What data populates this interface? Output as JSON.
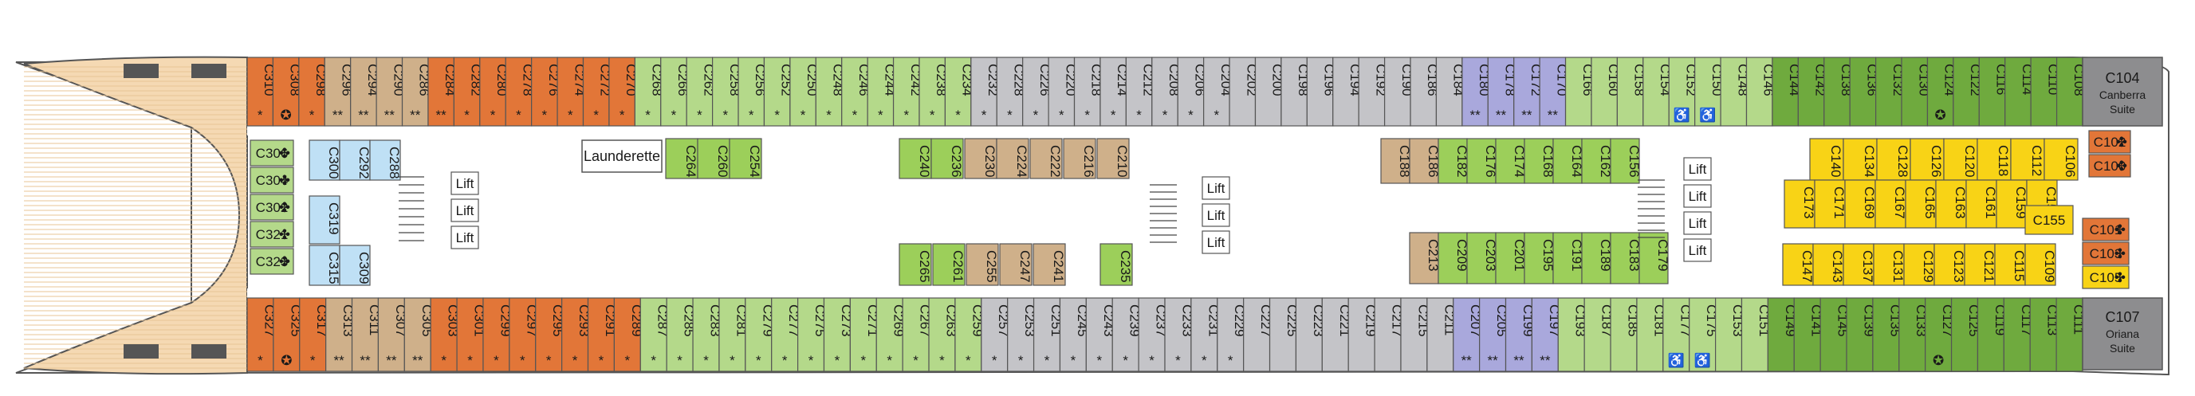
{
  "legend_colors": {
    "orange": "#e27638",
    "tan": "#cfb08a",
    "lightgreen": "#b4d98a",
    "midgreen": "#9ccf5a",
    "darkgreen": "#6faa3e",
    "grey": "#c4c4c8",
    "lavender": "#a9a8dc",
    "blue": "#bfe0f5",
    "yellow": "#f8d316",
    "darkgrey": "#8d8d8f",
    "deck": "#f5d9b3"
  },
  "top_row": {
    "cabins": [
      {
        "id": "C310",
        "mark": "*",
        "color": "orange"
      },
      {
        "id": "C308",
        "mark": "✪",
        "color": "orange"
      },
      {
        "id": "C298",
        "mark": "*",
        "color": "orange"
      },
      {
        "id": "C296",
        "mark": "**",
        "color": "tan"
      },
      {
        "id": "C294",
        "mark": "**",
        "color": "tan"
      },
      {
        "id": "C290",
        "mark": "**",
        "color": "tan"
      },
      {
        "id": "C286",
        "mark": "**",
        "color": "tan"
      },
      {
        "id": "C284",
        "mark": "**",
        "color": "orange"
      },
      {
        "id": "C282",
        "mark": "*",
        "color": "orange"
      },
      {
        "id": "C280",
        "mark": "*",
        "color": "orange"
      },
      {
        "id": "C278",
        "mark": "*",
        "color": "orange"
      },
      {
        "id": "C276",
        "mark": "*",
        "color": "orange"
      },
      {
        "id": "C274",
        "mark": "*",
        "color": "orange"
      },
      {
        "id": "C272",
        "mark": "*",
        "color": "orange"
      },
      {
        "id": "C270",
        "mark": "*",
        "color": "orange"
      },
      {
        "id": "C268",
        "mark": "*",
        "color": "lightgreen"
      },
      {
        "id": "C266",
        "mark": "*",
        "color": "lightgreen"
      },
      {
        "id": "C262",
        "mark": "*",
        "color": "lightgreen"
      },
      {
        "id": "C258",
        "mark": "*",
        "color": "lightgreen"
      },
      {
        "id": "C256",
        "mark": "*",
        "color": "lightgreen"
      },
      {
        "id": "C252",
        "mark": "*",
        "color": "lightgreen"
      },
      {
        "id": "C250",
        "mark": "*",
        "color": "lightgreen"
      },
      {
        "id": "C248",
        "mark": "*",
        "color": "lightgreen"
      },
      {
        "id": "C246",
        "mark": "*",
        "color": "lightgreen"
      },
      {
        "id": "C244",
        "mark": "*",
        "color": "lightgreen"
      },
      {
        "id": "C242",
        "mark": "*",
        "color": "lightgreen"
      },
      {
        "id": "C238",
        "mark": "*",
        "color": "lightgreen"
      },
      {
        "id": "C234",
        "mark": "*",
        "color": "lightgreen"
      },
      {
        "id": "C232",
        "mark": "*",
        "color": "grey"
      },
      {
        "id": "C228",
        "mark": "*",
        "color": "grey"
      },
      {
        "id": "C226",
        "mark": "*",
        "color": "grey"
      },
      {
        "id": "C220",
        "mark": "*",
        "color": "grey"
      },
      {
        "id": "C218",
        "mark": "*",
        "color": "grey"
      },
      {
        "id": "C214",
        "mark": "*",
        "color": "grey"
      },
      {
        "id": "C212",
        "mark": "*",
        "color": "grey"
      },
      {
        "id": "C208",
        "mark": "*",
        "color": "grey"
      },
      {
        "id": "C206",
        "mark": "*",
        "color": "grey"
      },
      {
        "id": "C204",
        "mark": "*",
        "color": "grey"
      },
      {
        "id": "C202",
        "mark": "",
        "color": "grey"
      },
      {
        "id": "C200",
        "mark": "",
        "color": "grey"
      },
      {
        "id": "C198",
        "mark": "",
        "color": "grey"
      },
      {
        "id": "C196",
        "mark": "",
        "color": "grey"
      },
      {
        "id": "C194",
        "mark": "",
        "color": "grey"
      },
      {
        "id": "C192",
        "mark": "",
        "color": "grey"
      },
      {
        "id": "C190",
        "mark": "",
        "color": "grey"
      },
      {
        "id": "C186",
        "mark": "",
        "color": "grey"
      },
      {
        "id": "C184",
        "mark": "",
        "color": "grey"
      },
      {
        "id": "C180",
        "mark": "**",
        "color": "lavender"
      },
      {
        "id": "C178",
        "mark": "**",
        "color": "lavender"
      },
      {
        "id": "C172",
        "mark": "**",
        "color": "lavender"
      },
      {
        "id": "C170",
        "mark": "**",
        "color": "lavender"
      },
      {
        "id": "C166",
        "mark": "",
        "color": "lightgreen"
      },
      {
        "id": "C160",
        "mark": "",
        "color": "lightgreen"
      },
      {
        "id": "C158",
        "mark": "",
        "color": "lightgreen"
      },
      {
        "id": "C154",
        "mark": "",
        "color": "lightgreen"
      },
      {
        "id": "C152",
        "mark": "♿",
        "color": "lightgreen"
      },
      {
        "id": "C150",
        "mark": "♿",
        "color": "lightgreen"
      },
      {
        "id": "C148",
        "mark": "",
        "color": "lightgreen"
      },
      {
        "id": "C146",
        "mark": "",
        "color": "lightgreen"
      },
      {
        "id": "C144",
        "mark": "",
        "color": "darkgreen"
      },
      {
        "id": "C142",
        "mark": "",
        "color": "darkgreen"
      },
      {
        "id": "C138",
        "mark": "",
        "color": "darkgreen"
      },
      {
        "id": "C136",
        "mark": "",
        "color": "darkgreen"
      },
      {
        "id": "C132",
        "mark": "",
        "color": "darkgreen"
      },
      {
        "id": "C130",
        "mark": "",
        "color": "darkgreen"
      },
      {
        "id": "C124",
        "mark": "✪",
        "color": "darkgreen"
      },
      {
        "id": "C122",
        "mark": "",
        "color": "darkgreen"
      },
      {
        "id": "C116",
        "mark": "",
        "color": "darkgreen"
      },
      {
        "id": "C114",
        "mark": "",
        "color": "darkgreen"
      },
      {
        "id": "C110",
        "mark": "",
        "color": "darkgreen"
      },
      {
        "id": "C108",
        "mark": "",
        "color": "darkgreen"
      }
    ]
  },
  "bottom_row": {
    "cabins": [
      {
        "id": "C327",
        "mark": "*",
        "color": "orange"
      },
      {
        "id": "C325",
        "mark": "✪",
        "color": "orange"
      },
      {
        "id": "C317",
        "mark": "*",
        "color": "orange"
      },
      {
        "id": "C313",
        "mark": "**",
        "color": "tan"
      },
      {
        "id": "C311",
        "mark": "**",
        "color": "tan"
      },
      {
        "id": "C307",
        "mark": "**",
        "color": "tan"
      },
      {
        "id": "C305",
        "mark": "**",
        "color": "tan"
      },
      {
        "id": "C303",
        "mark": "*",
        "color": "orange"
      },
      {
        "id": "C301",
        "mark": "*",
        "color": "orange"
      },
      {
        "id": "C299",
        "mark": "*",
        "color": "orange"
      },
      {
        "id": "C297",
        "mark": "*",
        "color": "orange"
      },
      {
        "id": "C295",
        "mark": "*",
        "color": "orange"
      },
      {
        "id": "C293",
        "mark": "*",
        "color": "orange"
      },
      {
        "id": "C291",
        "mark": "*",
        "color": "orange"
      },
      {
        "id": "C289",
        "mark": "*",
        "color": "orange"
      },
      {
        "id": "C287",
        "mark": "*",
        "color": "lightgreen"
      },
      {
        "id": "C285",
        "mark": "*",
        "color": "lightgreen"
      },
      {
        "id": "C283",
        "mark": "*",
        "color": "lightgreen"
      },
      {
        "id": "C281",
        "mark": "*",
        "color": "lightgreen"
      },
      {
        "id": "C279",
        "mark": "*",
        "color": "lightgreen"
      },
      {
        "id": "C277",
        "mark": "*",
        "color": "lightgreen"
      },
      {
        "id": "C275",
        "mark": "*",
        "color": "lightgreen"
      },
      {
        "id": "C273",
        "mark": "*",
        "color": "lightgreen"
      },
      {
        "id": "C271",
        "mark": "*",
        "color": "lightgreen"
      },
      {
        "id": "C269",
        "mark": "*",
        "color": "lightgreen"
      },
      {
        "id": "C267",
        "mark": "*",
        "color": "lightgreen"
      },
      {
        "id": "C263",
        "mark": "*",
        "color": "lightgreen"
      },
      {
        "id": "C259",
        "mark": "*",
        "color": "lightgreen"
      },
      {
        "id": "C257",
        "mark": "*",
        "color": "grey"
      },
      {
        "id": "C253",
        "mark": "*",
        "color": "grey"
      },
      {
        "id": "C251",
        "mark": "*",
        "color": "grey"
      },
      {
        "id": "C245",
        "mark": "*",
        "color": "grey"
      },
      {
        "id": "C243",
        "mark": "*",
        "color": "grey"
      },
      {
        "id": "C239",
        "mark": "*",
        "color": "grey"
      },
      {
        "id": "C237",
        "mark": "*",
        "color": "grey"
      },
      {
        "id": "C233",
        "mark": "*",
        "color": "grey"
      },
      {
        "id": "C231",
        "mark": "*",
        "color": "grey"
      },
      {
        "id": "C229",
        "mark": "*",
        "color": "grey"
      },
      {
        "id": "C227",
        "mark": "",
        "color": "grey"
      },
      {
        "id": "C225",
        "mark": "",
        "color": "grey"
      },
      {
        "id": "C223",
        "mark": "",
        "color": "grey"
      },
      {
        "id": "C221",
        "mark": "",
        "color": "grey"
      },
      {
        "id": "C219",
        "mark": "",
        "color": "grey"
      },
      {
        "id": "C217",
        "mark": "",
        "color": "grey"
      },
      {
        "id": "C215",
        "mark": "",
        "color": "grey"
      },
      {
        "id": "C211",
        "mark": "",
        "color": "grey"
      },
      {
        "id": "C207",
        "mark": "**",
        "color": "lavender"
      },
      {
        "id": "C205",
        "mark": "**",
        "color": "lavender"
      },
      {
        "id": "C199",
        "mark": "**",
        "color": "lavender"
      },
      {
        "id": "C197",
        "mark": "**",
        "color": "lavender"
      },
      {
        "id": "C193",
        "mark": "",
        "color": "lightgreen"
      },
      {
        "id": "C187",
        "mark": "",
        "color": "lightgreen"
      },
      {
        "id": "C185",
        "mark": "",
        "color": "lightgreen"
      },
      {
        "id": "C181",
        "mark": "",
        "color": "lightgreen"
      },
      {
        "id": "C177",
        "mark": "♿",
        "color": "lightgreen"
      },
      {
        "id": "C175",
        "mark": "♿",
        "color": "lightgreen"
      },
      {
        "id": "C153",
        "mark": "",
        "color": "lightgreen"
      },
      {
        "id": "C151",
        "mark": "",
        "color": "lightgreen"
      },
      {
        "id": "C149",
        "mark": "",
        "color": "darkgreen"
      },
      {
        "id": "C141",
        "mark": "",
        "color": "darkgreen"
      },
      {
        "id": "C145",
        "mark": "",
        "color": "darkgreen"
      },
      {
        "id": "C139",
        "mark": "",
        "color": "darkgreen"
      },
      {
        "id": "C135",
        "mark": "",
        "color": "darkgreen"
      },
      {
        "id": "C133",
        "mark": "",
        "color": "darkgreen"
      },
      {
        "id": "C127",
        "mark": "✪",
        "color": "darkgreen"
      },
      {
        "id": "C125",
        "mark": "",
        "color": "darkgreen"
      },
      {
        "id": "C119",
        "mark": "",
        "color": "darkgreen"
      },
      {
        "id": "C117",
        "mark": "",
        "color": "darkgreen"
      },
      {
        "id": "C113",
        "mark": "",
        "color": "darkgreen"
      },
      {
        "id": "C111",
        "mark": "",
        "color": "darkgreen"
      }
    ]
  },
  "forward_stack": [
    {
      "id": "C306",
      "mark": "✤",
      "color": "lightgreen"
    },
    {
      "id": "C304",
      "mark": "✤",
      "color": "lightgreen"
    },
    {
      "id": "C302",
      "mark": "✤",
      "color": "lightgreen"
    },
    {
      "id": "C321",
      "mark": "✤",
      "color": "lightgreen"
    },
    {
      "id": "C323",
      "mark": "✤",
      "color": "lightgreen"
    }
  ],
  "inner_blue": {
    "top": [
      {
        "id": "C300",
        "color": "blue"
      },
      {
        "id": "C292",
        "color": "blue"
      },
      {
        "id": "C288",
        "color": "blue"
      }
    ],
    "bottom": [
      {
        "id": "C319",
        "color": "blue"
      },
      {
        "id": "C315",
        "color": "blue"
      },
      {
        "id": "C309",
        "color": "blue"
      }
    ]
  },
  "inner_green_top": [
    {
      "id": "C264",
      "color": "midgreen"
    },
    {
      "id": "C260",
      "color": "midgreen"
    },
    {
      "id": "C254",
      "color": "midgreen"
    }
  ],
  "launderette": "Launderette",
  "mid_top": [
    {
      "id": "C240",
      "color": "midgreen"
    },
    {
      "id": "C236",
      "color": "midgreen"
    },
    {
      "id": "C230",
      "color": "tan"
    },
    {
      "id": "C224",
      "color": "tan"
    },
    {
      "id": "C222",
      "color": "tan"
    },
    {
      "id": "C216",
      "color": "tan"
    },
    {
      "id": "C210",
      "color": "tan"
    }
  ],
  "mid_bottom": [
    {
      "id": "C265",
      "color": "midgreen"
    },
    {
      "id": "C261",
      "color": "midgreen"
    },
    {
      "id": "C255",
      "color": "tan"
    },
    {
      "id": "C247",
      "color": "tan"
    },
    {
      "id": "C241",
      "color": "tan"
    },
    {
      "id": "C235",
      "color": "midgreen"
    }
  ],
  "aft_mid_top": [
    {
      "id": "C188",
      "color": "tan"
    },
    {
      "id": "C186",
      "color": "tan"
    },
    {
      "id": "C182",
      "color": "midgreen"
    },
    {
      "id": "C176",
      "color": "midgreen"
    },
    {
      "id": "C174",
      "color": "midgreen"
    },
    {
      "id": "C168",
      "color": "midgreen"
    },
    {
      "id": "C164",
      "color": "midgreen"
    },
    {
      "id": "C162",
      "color": "midgreen"
    },
    {
      "id": "C156",
      "color": "midgreen"
    }
  ],
  "aft_mid_bottom": [
    {
      "id": "C213",
      "color": "tan"
    },
    {
      "id": "C209",
      "color": "midgreen"
    },
    {
      "id": "C203",
      "color": "midgreen"
    },
    {
      "id": "C201",
      "color": "midgreen"
    },
    {
      "id": "C195",
      "color": "midgreen"
    },
    {
      "id": "C191",
      "color": "midgreen"
    },
    {
      "id": "C189",
      "color": "midgreen"
    },
    {
      "id": "C183",
      "color": "midgreen"
    },
    {
      "id": "C179",
      "color": "midgreen"
    }
  ],
  "yellow_rows": {
    "row1": [
      "C140",
      "C134",
      "C128",
      "C126",
      "C120",
      "C118",
      "C112",
      "C106"
    ],
    "row2": [
      "C173",
      "C171",
      "C169",
      "C167",
      "C165",
      "C163",
      "C161",
      "C159",
      "C157"
    ],
    "row2_end": "C155",
    "row3": [
      "C147",
      "C143",
      "C137",
      "C131",
      "C129",
      "C123",
      "C121",
      "C115",
      "C109"
    ]
  },
  "stern_right": {
    "top": [
      {
        "id": "C102",
        "mark": "✤"
      },
      {
        "id": "C100",
        "mark": "✤"
      }
    ],
    "bottom": [
      {
        "id": "C101",
        "mark": "✤"
      },
      {
        "id": "C103",
        "mark": "✤"
      },
      {
        "id": "C105",
        "mark": "✤"
      }
    ]
  },
  "suites": [
    {
      "id": "C104",
      "name": "Canberra",
      "sub": "Suite"
    },
    {
      "id": "C107",
      "name": "Oriana",
      "sub": "Suite"
    }
  ],
  "lift_label": "Lift"
}
